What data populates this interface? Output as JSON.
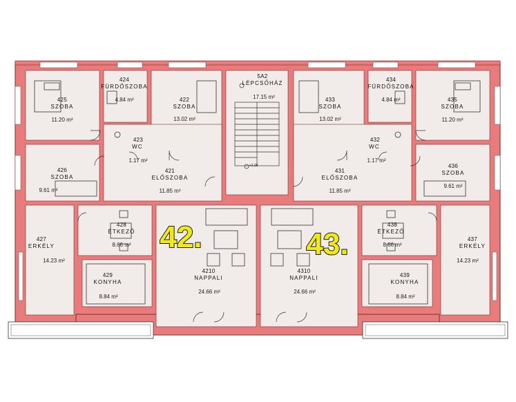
{
  "plan": {
    "colors": {
      "wall": "#e87c7c",
      "wall_edge": "#7a2a2a",
      "floor": "#f1ecea",
      "terrace": "#ffffff",
      "apartment_number": "#f2ea16"
    },
    "apartments": [
      {
        "label": "42."
      },
      {
        "label": "43."
      }
    ],
    "rooms": [
      {
        "id": "424",
        "number": "424",
        "name": "FÜRDŐSZOBA",
        "area": "4.84 m²"
      },
      {
        "id": "425",
        "number": "425",
        "name": "SZOBA",
        "area": "11.20 m²"
      },
      {
        "id": "422",
        "number": "422",
        "name": "SZOBA",
        "area": "13.02 m²"
      },
      {
        "id": "5a2",
        "number": "5A2",
        "name": "LÉPCSŐHÁZ",
        "area": "17.15 m²"
      },
      {
        "id": "433",
        "number": "433",
        "name": "SZOBA",
        "area": "13.02 m²"
      },
      {
        "id": "434",
        "number": "434",
        "name": "FÜRDŐSZOBA",
        "area": "4.84 m²"
      },
      {
        "id": "435",
        "number": "435",
        "name": "SZOBA",
        "area": "11.20 m²"
      },
      {
        "id": "423",
        "number": "423",
        "name": "WC",
        "area": "1.17 m²"
      },
      {
        "id": "432",
        "number": "432",
        "name": "WC",
        "area": "1.17 m²"
      },
      {
        "id": "426",
        "number": "426",
        "name": "SZOBA",
        "area": "9.61 m²"
      },
      {
        "id": "421",
        "number": "421",
        "name": "ELŐSZOBA",
        "area": "11.85 m²"
      },
      {
        "id": "431",
        "number": "431",
        "name": "ELŐSZOBA",
        "area": "11.85 m²"
      },
      {
        "id": "436",
        "number": "436",
        "name": "SZOBA",
        "area": "9.61 m²"
      },
      {
        "id": "428",
        "number": "428",
        "name": "ÉTKEZŐ",
        "area": "8.66 m²"
      },
      {
        "id": "438",
        "number": "438",
        "name": "ÉTKEZŐ",
        "area": "8.66 m²"
      },
      {
        "id": "427",
        "number": "427",
        "name": "ERKÉLY",
        "area": "14.23 m²"
      },
      {
        "id": "437",
        "number": "437",
        "name": "ERKÉLY",
        "area": "14.23 m²"
      },
      {
        "id": "4210",
        "number": "4210",
        "name": "NAPPALI",
        "area": "24.66 m²"
      },
      {
        "id": "4310",
        "number": "4310",
        "name": "NAPPALI",
        "area": "24.66 m²"
      },
      {
        "id": "429",
        "number": "429",
        "name": "KONYHA",
        "area": "8.84 m²"
      },
      {
        "id": "439",
        "number": "439",
        "name": "KONYHA",
        "area": "8.84 m²"
      }
    ],
    "stair_marks": [
      {
        "label": "+3.28"
      }
    ]
  }
}
